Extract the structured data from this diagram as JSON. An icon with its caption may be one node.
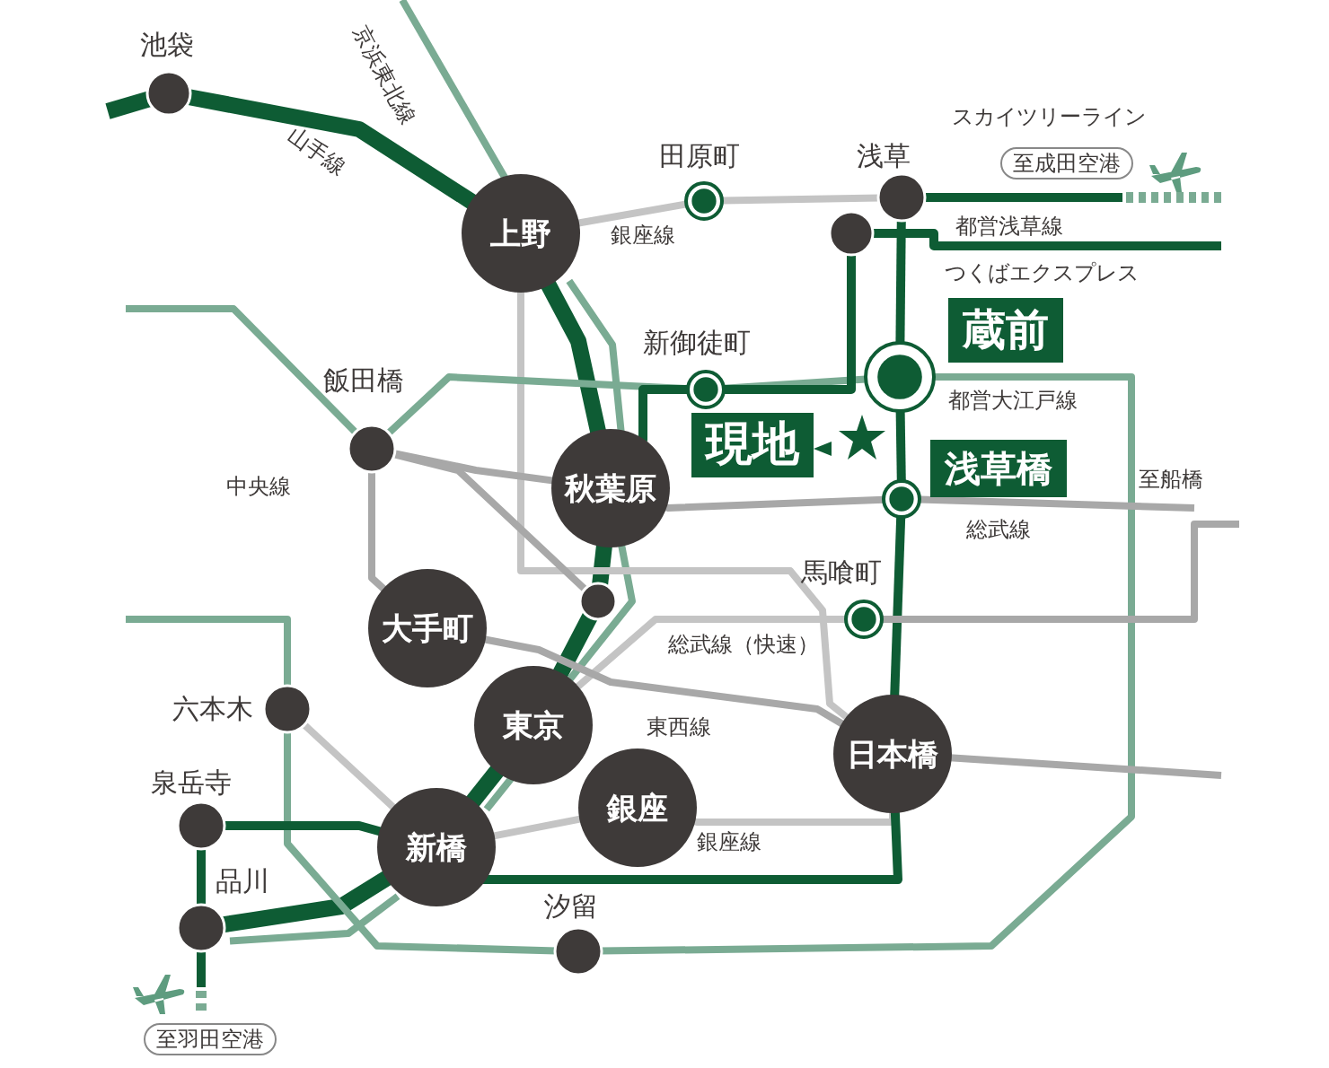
{
  "diagram": {
    "nodes": [
      {
        "text": [
          "池袋"
        ]
      },
      {
        "text": [
          "上野"
        ]
      },
      {
        "text": [
          "田原町"
        ]
      },
      {
        "text": [
          "浅草"
        ]
      },
      {
        "text": [],
        "shape": "circle"
      },
      {
        "text": [
          "新御徒町"
        ]
      },
      {
        "text": [
          "蔵前"
        ]
      },
      {
        "text": [
          "現地"
        ]
      },
      {
        "text": [
          "秋葉原"
        ]
      },
      {
        "text": [
          "飯田橋"
        ]
      },
      {
        "text": [
          "浅草橋"
        ]
      },
      {
        "text": [
          "馬喰町"
        ]
      },
      {
        "text": [
          "大手町"
        ]
      },
      {
        "text": [
          "六本木"
        ]
      },
      {
        "text": [
          "東京"
        ]
      },
      {
        "text": [
          "日本橋"
        ]
      },
      {
        "text": [
          "泉岳寺"
        ]
      },
      {
        "text": [
          "銀座"
        ]
      },
      {
        "text": [
          "新橋"
        ]
      },
      {
        "text": [
          "品川"
        ]
      },
      {
        "text": [
          "汐留"
        ]
      },
      {
        "text": [],
        "shape": "circle"
      }
    ],
    "edges": [
      {
        "from": null,
        "to": 0,
        "arrow": "none",
        "style": "thick"
      },
      {
        "from": 0,
        "to": 1,
        "arrow": "none",
        "style": "thick"
      },
      {
        "from": 1,
        "to": 8,
        "arrow": "none",
        "style": "thick"
      },
      {
        "from": 8,
        "to": 21,
        "arrow": "none",
        "style": "thick"
      },
      {
        "from": 21,
        "to": 14,
        "arrow": "none",
        "style": "thick"
      },
      {
        "from": 14,
        "to": 18,
        "arrow": "none",
        "style": "thick"
      },
      {
        "from": 18,
        "to": 19,
        "arrow": "none",
        "style": "thick"
      },
      {
        "from": null,
        "to": 1,
        "arrow": "none",
        "color": "#7aab93"
      },
      {
        "from": 1,
        "to": 8,
        "arrow": "none",
        "color": "#7aab93"
      },
      {
        "from": 8,
        "to": 14,
        "arrow": "none",
        "color": "#7aab93"
      },
      {
        "from": 14,
        "to": 18,
        "arrow": "none",
        "color": "#7aab93"
      },
      {
        "from": 18,
        "to": 19,
        "arrow": "none",
        "color": "#7aab93"
      },
      {
        "from": 1,
        "to": 2,
        "arrow": "none",
        "color": "#c4c4c4"
      },
      {
        "from": 2,
        "to": 3,
        "arrow": "none",
        "color": "#c4c4c4"
      },
      {
        "from": 1,
        "to": 15,
        "arrow": "none",
        "color": "#c4c4c4"
      },
      {
        "from": 15,
        "to": 17,
        "arrow": "none",
        "color": "#c4c4c4"
      },
      {
        "from": 17,
        "to": 18,
        "arrow": "none",
        "color": "#c4c4c4"
      },
      {
        "from": 9,
        "to": 5,
        "arrow": "none",
        "color": "#7aab93"
      },
      {
        "from": 5,
        "to": 6,
        "arrow": "none",
        "color": "#7aab93"
      },
      {
        "from": 6,
        "to": 20,
        "arrow": "none",
        "color": "#7aab93"
      },
      {
        "from": 20,
        "to": 13,
        "arrow": "none",
        "color": "#7aab93"
      },
      {
        "from": 13,
        "to": null,
        "arrow": "none",
        "color": "#7aab93"
      },
      {
        "from": 9,
        "to": null,
        "arrow": "none",
        "color": "#7aab93"
      },
      {
        "from": 3,
        "to": 6,
        "arrow": "none"
      },
      {
        "from": 6,
        "to": 10,
        "arrow": "none"
      },
      {
        "from": 10,
        "to": 15,
        "arrow": "none"
      },
      {
        "from": 15,
        "to": 18,
        "arrow": "none"
      },
      {
        "from": 18,
        "to": 16,
        "arrow": "none"
      },
      {
        "from": 16,
        "to": 19,
        "arrow": "none"
      },
      {
        "from": 19,
        "to": null,
        "arrow": "none"
      },
      {
        "from": 3,
        "to": null,
        "arrow": "none"
      },
      {
        "from": 8,
        "to": 5,
        "arrow": "none"
      },
      {
        "from": 5,
        "to": 4,
        "arrow": "none"
      },
      {
        "from": 4,
        "to": null,
        "arrow": "none"
      },
      {
        "from": 8,
        "to": 10,
        "arrow": "none",
        "color": "#a8a8a8"
      },
      {
        "from": 10,
        "to": null,
        "arrow": "none",
        "color": "#a8a8a8"
      },
      {
        "from": 9,
        "to": 8,
        "arrow": "none",
        "color": "#a8a8a8"
      },
      {
        "from": 9,
        "to": 21,
        "arrow": "none",
        "color": "#a8a8a8"
      },
      {
        "from": 14,
        "to": 11,
        "arrow": "none",
        "color": "#c4c4c4"
      },
      {
        "from": 11,
        "to": null,
        "arrow": "none",
        "color": "#a8a8a8"
      },
      {
        "from": 9,
        "to": 12,
        "arrow": "none",
        "color": "#a8a8a8"
      },
      {
        "from": 12,
        "to": 15,
        "arrow": "none",
        "color": "#a8a8a8"
      },
      {
        "from": 15,
        "to": null,
        "arrow": "none",
        "color": "#a8a8a8"
      },
      {
        "from": 13,
        "to": 18,
        "arrow": "none",
        "color": "#c4c4c4"
      }
    ],
    "labels": [
      "京浜東北線",
      "山手線",
      "スカイツリーライン",
      "至成田空港",
      "銀座線",
      "都営浅草線",
      "つくばエクスプレス",
      "都営大江戸線",
      "中央線",
      "至船橋",
      "総武線",
      "総武線（快速）",
      "東西線",
      "銀座線",
      "至羽田空港"
    ]
  }
}
